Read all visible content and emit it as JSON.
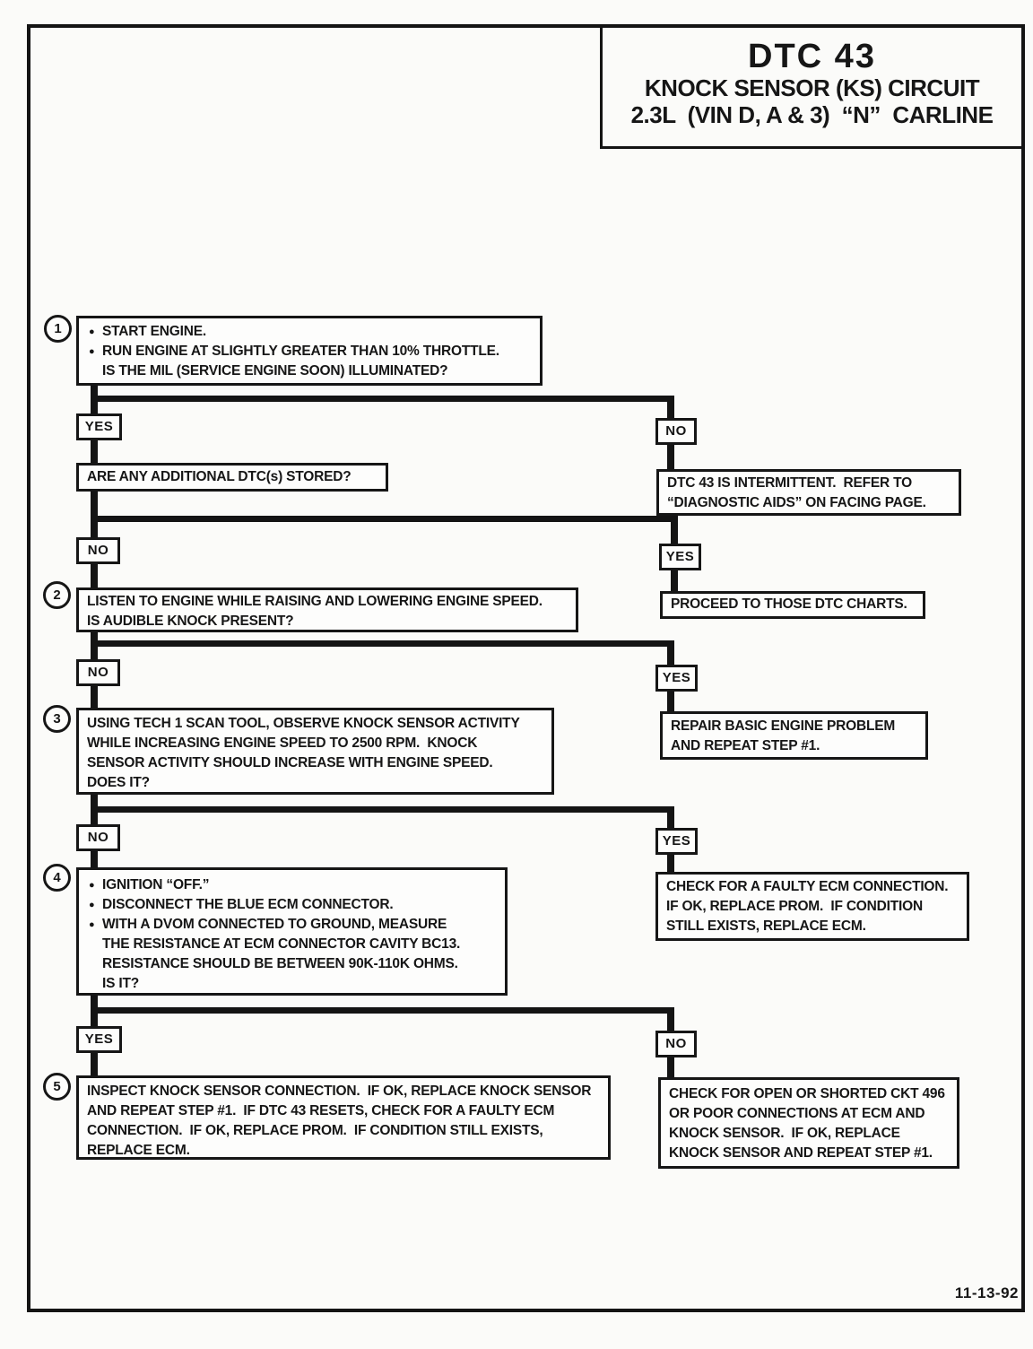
{
  "header": {
    "title": "DTC 43",
    "line2": "KNOCK SENSOR (KS) CIRCUIT",
    "line3": "2.3L  (VIN D, A & 3)  “N”  CARLINE"
  },
  "labels": {
    "yes": "YES",
    "no": "NO"
  },
  "glyph": {
    "bullet": "●"
  },
  "flow": {
    "step1": {
      "num": "1",
      "b1": "START ENGINE.",
      "b2": "RUN ENGINE AT SLIGHTLY GREATER THAN 10% THROTTLE.",
      "q": "IS THE MIL (SERVICE ENGINE SOON) ILLUMINATED?"
    },
    "q_additional": "ARE ANY ADDITIONAL DTC(s) STORED?",
    "step2": {
      "num": "2",
      "l1": "LISTEN TO ENGINE WHILE RAISING AND LOWERING ENGINE SPEED.",
      "l2": "IS AUDIBLE KNOCK PRESENT?"
    },
    "step3": {
      "num": "3",
      "l1": "USING TECH 1 SCAN TOOL, OBSERVE KNOCK SENSOR ACTIVITY",
      "l2": "WHILE INCREASING ENGINE SPEED TO 2500 RPM.  KNOCK",
      "l3": "SENSOR ACTIVITY SHOULD INCREASE WITH ENGINE SPEED.",
      "l4": "DOES IT?"
    },
    "step4": {
      "num": "4",
      "b1": "IGNITION “OFF.”",
      "b2": "DISCONNECT THE BLUE ECM CONNECTOR.",
      "b3": "WITH A DVOM CONNECTED TO GROUND, MEASURE",
      "c1": "THE RESISTANCE AT ECM CONNECTOR CAVITY BC13.",
      "c2": "RESISTANCE SHOULD BE BETWEEN 90K-110K OHMS.",
      "c3": "IS IT?"
    },
    "step5": {
      "num": "5",
      "l1": "INSPECT KNOCK SENSOR CONNECTION.  IF OK, REPLACE KNOCK SENSOR",
      "l2": "AND REPEAT STEP #1.  IF DTC 43 RESETS, CHECK FOR A FAULTY ECM",
      "l3": "CONNECTION.  IF OK, REPLACE PROM.  IF CONDITION STILL EXISTS,",
      "l4": "REPLACE ECM."
    }
  },
  "results": {
    "intermittent": {
      "l1": "DTC 43 IS INTERMITTENT.  REFER TO",
      "l2": "“DIAGNOSTIC AIDS” ON FACING PAGE."
    },
    "proceed": {
      "l1": "PROCEED TO THOSE DTC CHARTS."
    },
    "repair": {
      "l1": "REPAIR BASIC ENGINE PROBLEM",
      "l2": "AND REPEAT STEP #1."
    },
    "check_ecm": {
      "l1": "CHECK FOR A FAULTY ECM CONNECTION.",
      "l2": "IF OK, REPLACE PROM.  IF CONDITION",
      "l3": "STILL EXISTS, REPLACE ECM."
    },
    "check_ckt": {
      "l1": "CHECK FOR OPEN OR SHORTED CKT 496",
      "l2": "OR POOR CONNECTIONS AT ECM AND",
      "l3": "KNOCK SENSOR.  IF OK, REPLACE",
      "l4": "KNOCK SENSOR AND REPEAT STEP #1."
    }
  },
  "footer": {
    "date": "11-13-92"
  }
}
